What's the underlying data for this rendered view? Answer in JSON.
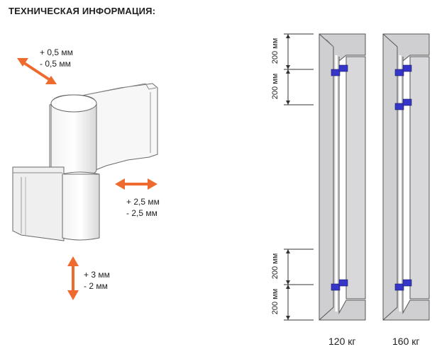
{
  "title": "ТЕХНИЧЕСКАЯ ИНФОРМАЦИЯ:",
  "adjustments": {
    "depth": {
      "plus": "+ 0,5 мм",
      "minus": "- 0,5 мм"
    },
    "lateral": {
      "plus": "+ 2,5 мм",
      "minus": "- 2,5 мм"
    },
    "height": {
      "plus": "+ 3 мм",
      "minus": "- 2 мм"
    }
  },
  "dimensions": {
    "top_first": "200 мм",
    "top_second": "200 мм",
    "bottom_first": "200 мм",
    "bottom_second": "200 мм"
  },
  "door_diagrams": [
    {
      "weight": "120 кг",
      "hinges": 2
    },
    {
      "weight": "160 кг",
      "hinges": 3
    }
  ],
  "colors": {
    "arrow": "#ee6a2e",
    "hinge_marker": "#3535c8",
    "panel_fill": "#cfcfd1",
    "outline": "#555555"
  }
}
